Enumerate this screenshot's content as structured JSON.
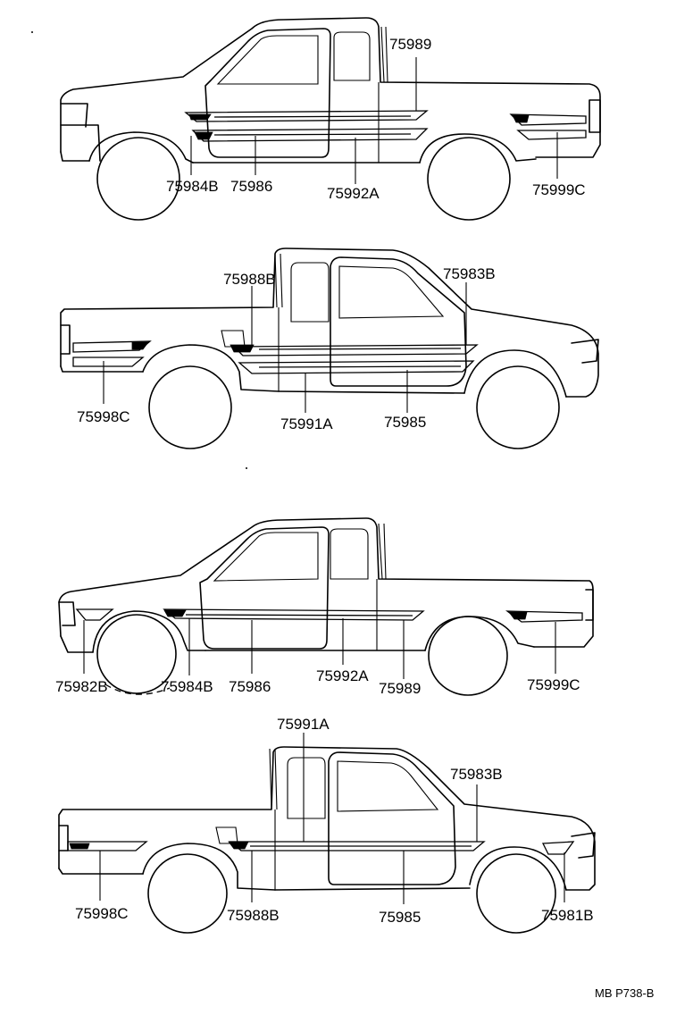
{
  "diagram": {
    "views": [
      {
        "name": "view-1",
        "parts": [
          "75989",
          "75984B",
          "75986",
          "75992A",
          "75999C"
        ]
      },
      {
        "name": "view-2",
        "parts": [
          "75988B",
          "75983B",
          "75998C",
          "75991A",
          "75985"
        ]
      },
      {
        "name": "view-3",
        "parts": [
          "75982B",
          "75984B",
          "75986",
          "75992A",
          "75989",
          "75999C"
        ]
      },
      {
        "name": "view-4",
        "parts": [
          "75991A",
          "75983B",
          "75998C",
          "75988B",
          "75985",
          "75981B"
        ]
      }
    ],
    "code": "MB P738-B"
  }
}
